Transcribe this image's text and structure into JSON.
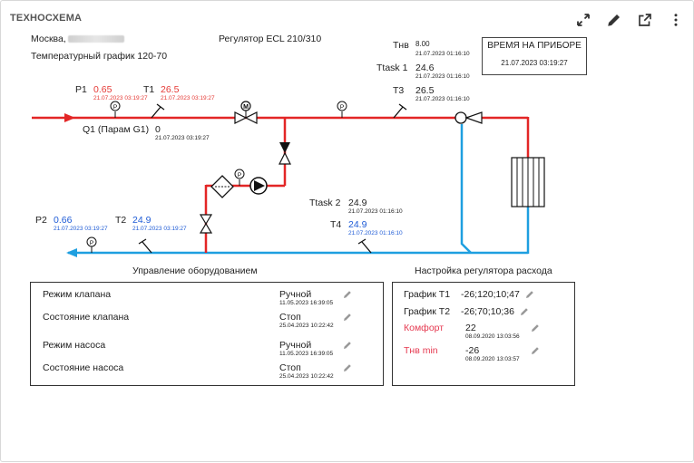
{
  "card": {
    "title": "ТЕХНОСХЕМА"
  },
  "header": {
    "city": "Москва,",
    "regulator": "Регулятор ECL 210/310",
    "temp_schedule": "Температурный график 120-70"
  },
  "device_time": {
    "label": "ВРЕМЯ НА ПРИБОРЕ",
    "value": "21.07.2023 03:19:27"
  },
  "readings": {
    "tnv": {
      "label": "Тнв",
      "value": "8.00",
      "ts": "21.07.2023 01:16:10"
    },
    "ttask1": {
      "label": "Ttask 1",
      "value": "24.6",
      "ts": "21.07.2023 01:16:10"
    },
    "t3": {
      "label": "Т3",
      "value": "26.5",
      "ts": "21.07.2023 01:16:10"
    },
    "p1": {
      "label": "P1",
      "value": "0.65",
      "ts": "21.07.2023 03:19:27"
    },
    "t1": {
      "label": "T1",
      "value": "26.5",
      "ts": "21.07.2023 03:19:27"
    },
    "q1": {
      "label": "Q1 (Парам G1)",
      "value": "0",
      "ts": "21.07.2023 03:19:27"
    },
    "ttask2": {
      "label": "Ttask 2",
      "value": "24.9",
      "ts": "21.07.2023 01:16:10"
    },
    "t4": {
      "label": "T4",
      "value": "24.9",
      "ts": "21.07.2023 01:16:10"
    },
    "p2": {
      "label": "P2",
      "value": "0.66",
      "ts": "21.07.2023 03:19:27"
    },
    "t2": {
      "label": "T2",
      "value": "24.9",
      "ts": "21.07.2023 03:19:27"
    }
  },
  "symbols": {
    "gauge_letter": "P",
    "motor_letter": "M"
  },
  "equipment": {
    "title": "Управление оборудованием",
    "rows": [
      {
        "label": "Режим клапана",
        "value": "Ручной",
        "ts": "11.05.2023 16:39:05"
      },
      {
        "label": "Состояние клапана",
        "value": "Стоп",
        "ts": "25.04.2023 10:22:42"
      },
      {
        "label": "Режим насоса",
        "value": "Ручной",
        "ts": "11.05.2023 16:39:05"
      },
      {
        "label": "Состояние насоса",
        "value": "Стоп",
        "ts": "25.04.2023 10:22:42"
      }
    ]
  },
  "flow": {
    "title": "Настройка регулятора расхода",
    "graph_t1": {
      "label": "График Т1",
      "value": "-26;120;10;47"
    },
    "graph_t2": {
      "label": "График Т2",
      "value": "-26;70;10;36"
    },
    "comfort": {
      "label": "Комфорт",
      "value": "22",
      "ts": "08.09.2020 13:03:56"
    },
    "tnv_min": {
      "label": "Тнв min",
      "value": "-26",
      "ts": "08.09.2020 13:03:57"
    }
  },
  "colors": {
    "supply": "#e32626",
    "return": "#1e9fe0",
    "accent_red": "#e53935",
    "accent_blue": "#1e5bd6"
  }
}
